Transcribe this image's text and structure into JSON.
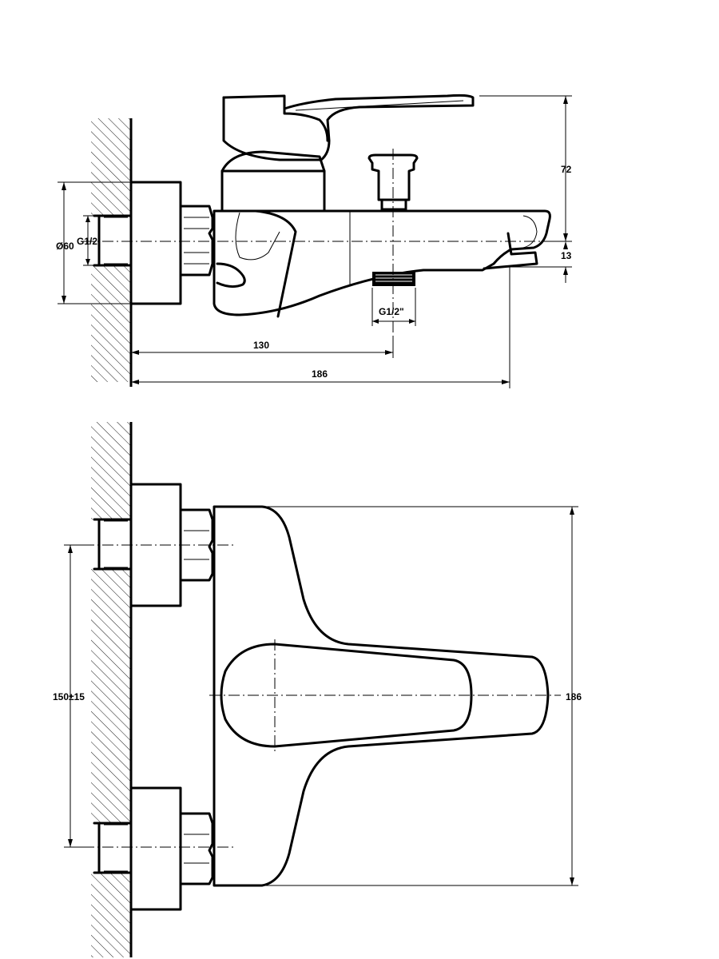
{
  "side_view": {
    "dim_height": "72",
    "dim_spout_drop": "13",
    "dim_diameter": "Ø60",
    "dim_inlet_thread": "G1/2",
    "dim_outlet_thread": "G1/2\"",
    "dim_outlet_offset": "130",
    "dim_total_depth": "186"
  },
  "top_view": {
    "dim_center_distance": "150±15",
    "dim_body_width": "186"
  }
}
